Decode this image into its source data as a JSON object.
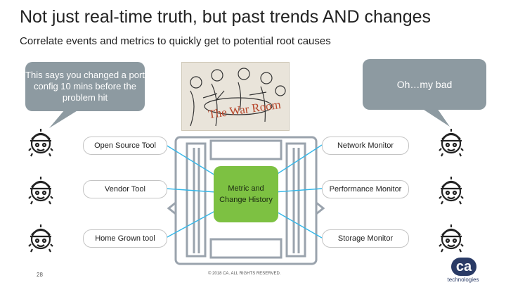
{
  "slide": {
    "title": "Not just real-time truth, but past trends AND changes",
    "subtitle": "Correlate events and metrics to quickly get to potential root causes",
    "bubble_left": "This says you changed a port config 10 mins before the problem hit",
    "bubble_right": "Oh…my bad",
    "photo_caption": "The War Room",
    "left_tools": [
      "Open Source Tool",
      "Vendor Tool",
      "Home Grown tool"
    ],
    "right_tools": [
      "Network Monitor",
      "Performance Monitor",
      "Storage Monitor"
    ],
    "center_label": "Metric and Change History",
    "page_number": "28",
    "copyright": "© 2018 CA. ALL RIGHTS RESERVED.",
    "logo_mark": "ca",
    "logo_text": "technologies"
  },
  "colors": {
    "bubble": "#8d9aa1",
    "center": "#7dc142",
    "lines": "#35b7e8",
    "icon": "#222222"
  },
  "icons": [
    "worker-gear-icon",
    "worker-gear-icon",
    "worker-gear-icon",
    "worker-gear-icon",
    "worker-gear-icon",
    "worker-gear-icon"
  ]
}
